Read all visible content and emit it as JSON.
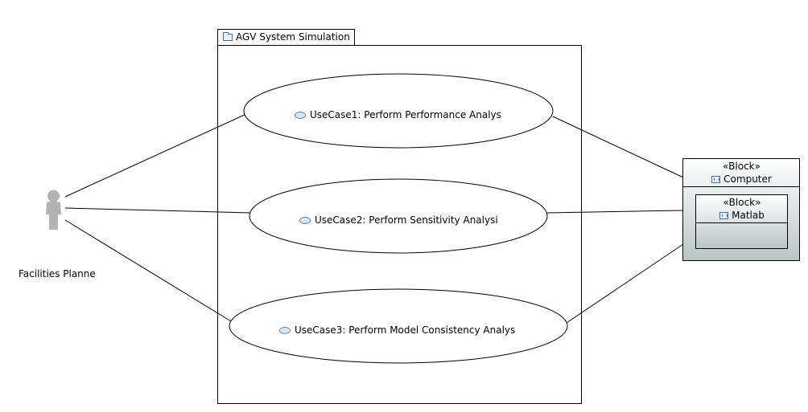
{
  "package": {
    "name": "AGV System Simulation",
    "icon": "folder-icon"
  },
  "actor": {
    "name": "Facilities Planne",
    "icon": "actor-icon",
    "color": "#b3b3b3"
  },
  "use_cases": [
    {
      "label": "UseCase1: Perform Performance Analys",
      "icon": "use-case-icon"
    },
    {
      "label": "UseCase2: Perform Sensitivity Analysi",
      "icon": "use-case-icon"
    },
    {
      "label": "UseCase3: Perform Model Consistency Analys",
      "icon": "use-case-icon"
    }
  ],
  "block_outer": {
    "stereotype": "«Block»",
    "name": "Computer",
    "icon": "block-icon"
  },
  "block_inner": {
    "stereotype": "«Block»",
    "name": "Matlab",
    "icon": "block-icon"
  },
  "colors": {
    "line": "#000000",
    "block_fill_top": "#ffffff",
    "block_fill_bottom": "#b9c6c6",
    "use_case_icon_fill": "#d6e6f6"
  }
}
